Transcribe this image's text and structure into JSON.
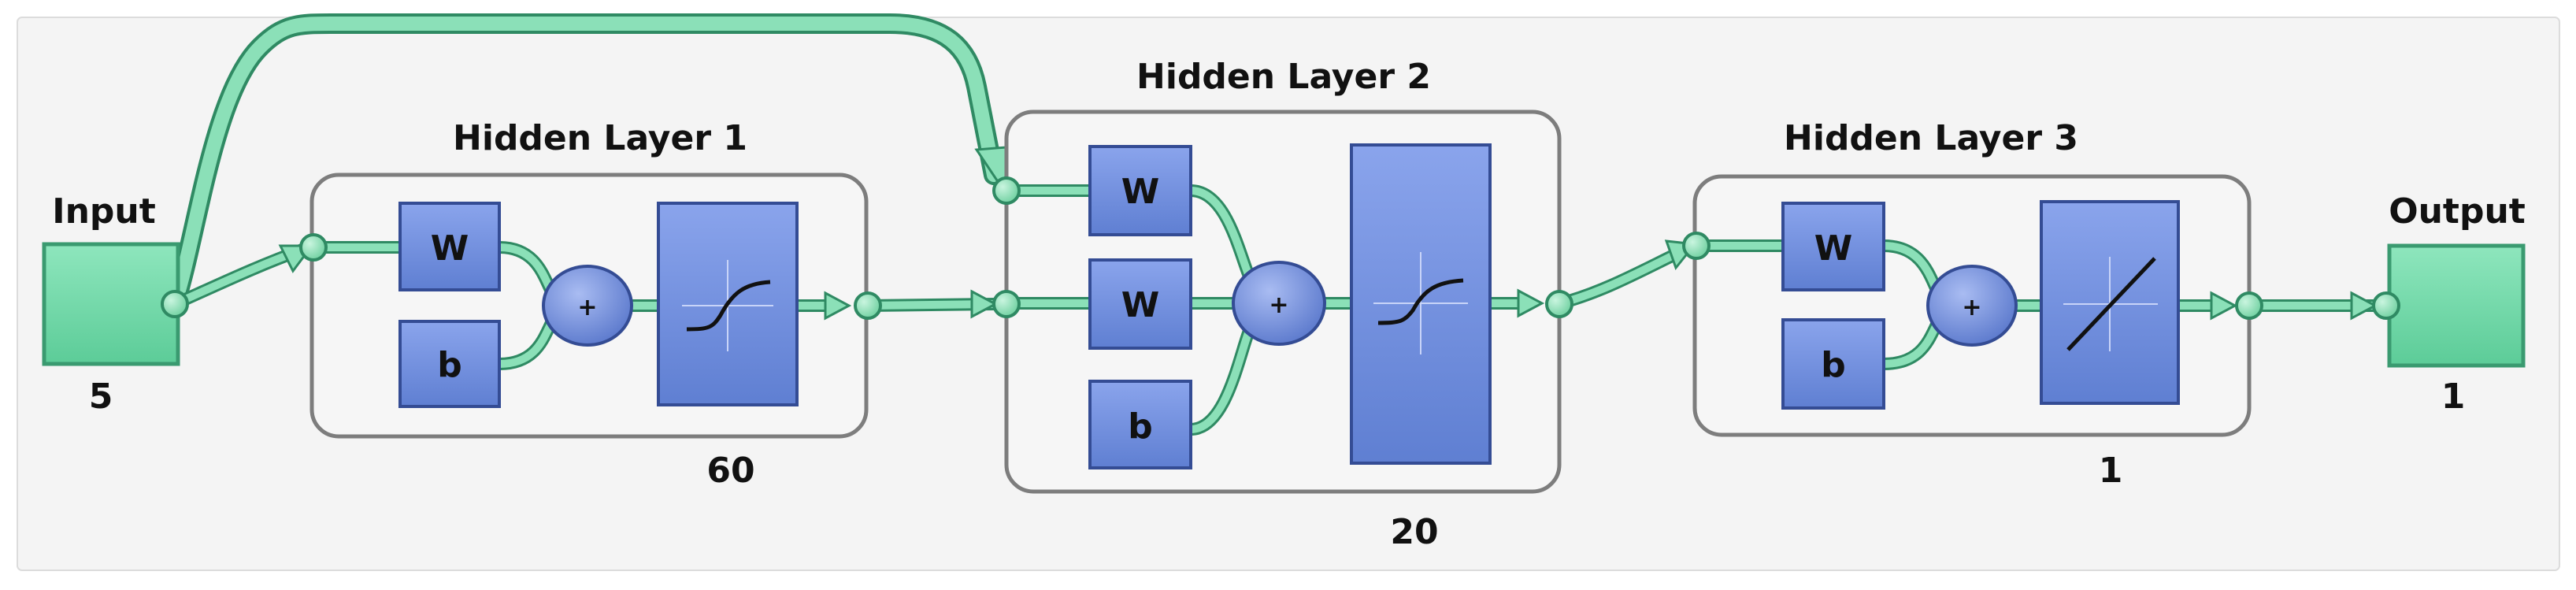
{
  "colors": {
    "panel_bg": "#f4f4f4",
    "layer_box_fill": "#f6f6f6",
    "layer_box_stroke": "#7d7d7d",
    "node_fill": "#6f8ddb",
    "node_stroke": "#344c94",
    "io_fill": "#6fd8a8",
    "io_stroke": "#3a9a70",
    "connector_fill": "#8be0b8",
    "connector_stroke": "#2f8a63"
  },
  "input": {
    "label": "Input",
    "size": "5"
  },
  "output": {
    "label": "Output",
    "size": "1"
  },
  "layers": [
    {
      "title": "Hidden Layer 1",
      "size": "60",
      "weight_label": "W",
      "bias_label": "b",
      "sum_symbol": "+",
      "transfer_icon": "tansig-curve-icon"
    },
    {
      "title": "Hidden Layer 2",
      "size": "20",
      "weight_labels": [
        "W",
        "W"
      ],
      "bias_label": "b",
      "sum_symbol": "+",
      "transfer_icon": "tansig-curve-icon"
    },
    {
      "title": "Hidden Layer 3",
      "size": "1",
      "weight_label": "W",
      "bias_label": "b",
      "sum_symbol": "+",
      "transfer_icon": "purelin-line-icon"
    }
  ]
}
